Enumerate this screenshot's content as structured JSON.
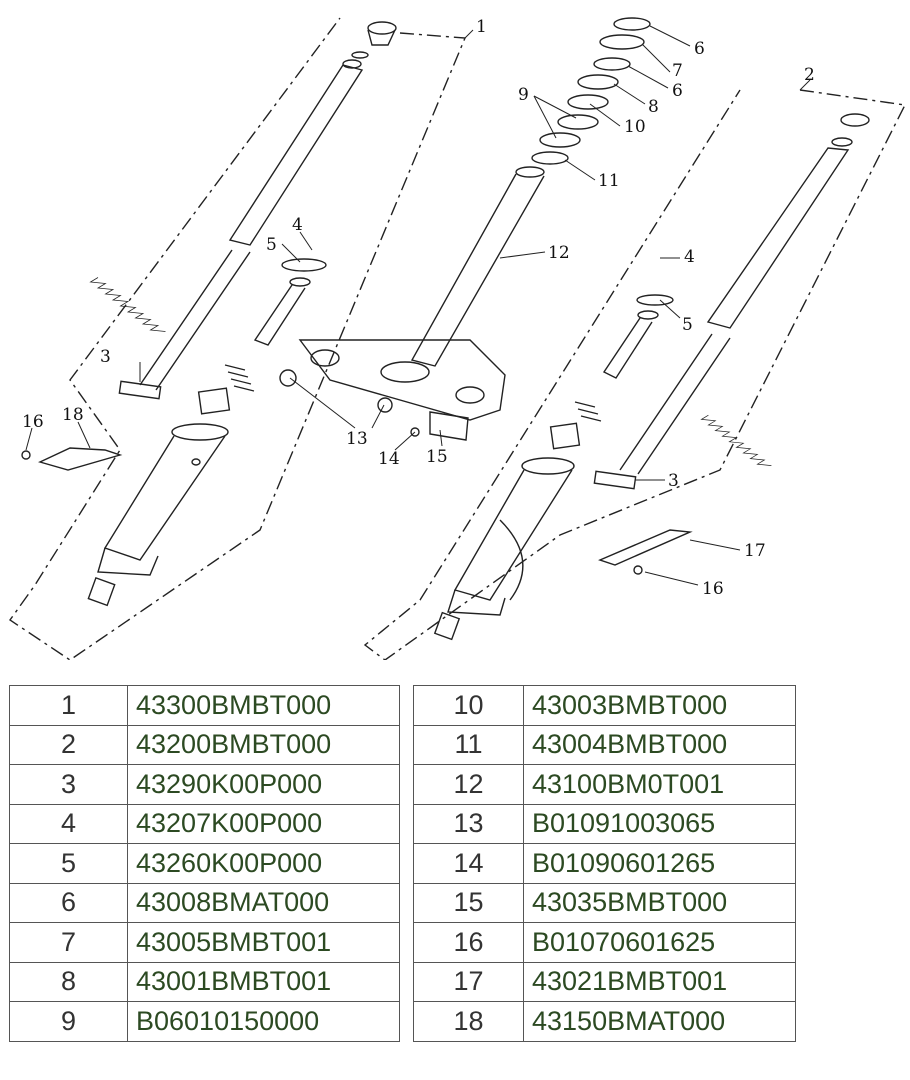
{
  "callouts": [
    "1",
    "2",
    "3",
    "4",
    "5",
    "6",
    "7",
    "6",
    "8",
    "9",
    "10",
    "11",
    "12",
    "4",
    "5",
    "3",
    "16",
    "18",
    "13",
    "14",
    "15",
    "17",
    "16"
  ],
  "parts": [
    {
      "no": "1",
      "code": "43300BMBT000"
    },
    {
      "no": "2",
      "code": "43200BMBT000"
    },
    {
      "no": "3",
      "code": "43290K00P000"
    },
    {
      "no": "4",
      "code": "43207K00P000"
    },
    {
      "no": "5",
      "code": "43260K00P000"
    },
    {
      "no": "6",
      "code": "43008BMAT000"
    },
    {
      "no": "7",
      "code": "43005BMBT001"
    },
    {
      "no": "8",
      "code": "43001BMBT001"
    },
    {
      "no": "9",
      "code": "B06010150000"
    },
    {
      "no": "10",
      "code": "43003BMBT000"
    },
    {
      "no": "11",
      "code": "43004BMBT000"
    },
    {
      "no": "12",
      "code": "43100BM0T001"
    },
    {
      "no": "13",
      "code": "B01091003065"
    },
    {
      "no": "14",
      "code": "B01090601265"
    },
    {
      "no": "15",
      "code": "43035BMBT000"
    },
    {
      "no": "16",
      "code": "B01070601625"
    },
    {
      "no": "17",
      "code": "43021BMBT001"
    },
    {
      "no": "18",
      "code": "43150BMAT000"
    }
  ]
}
